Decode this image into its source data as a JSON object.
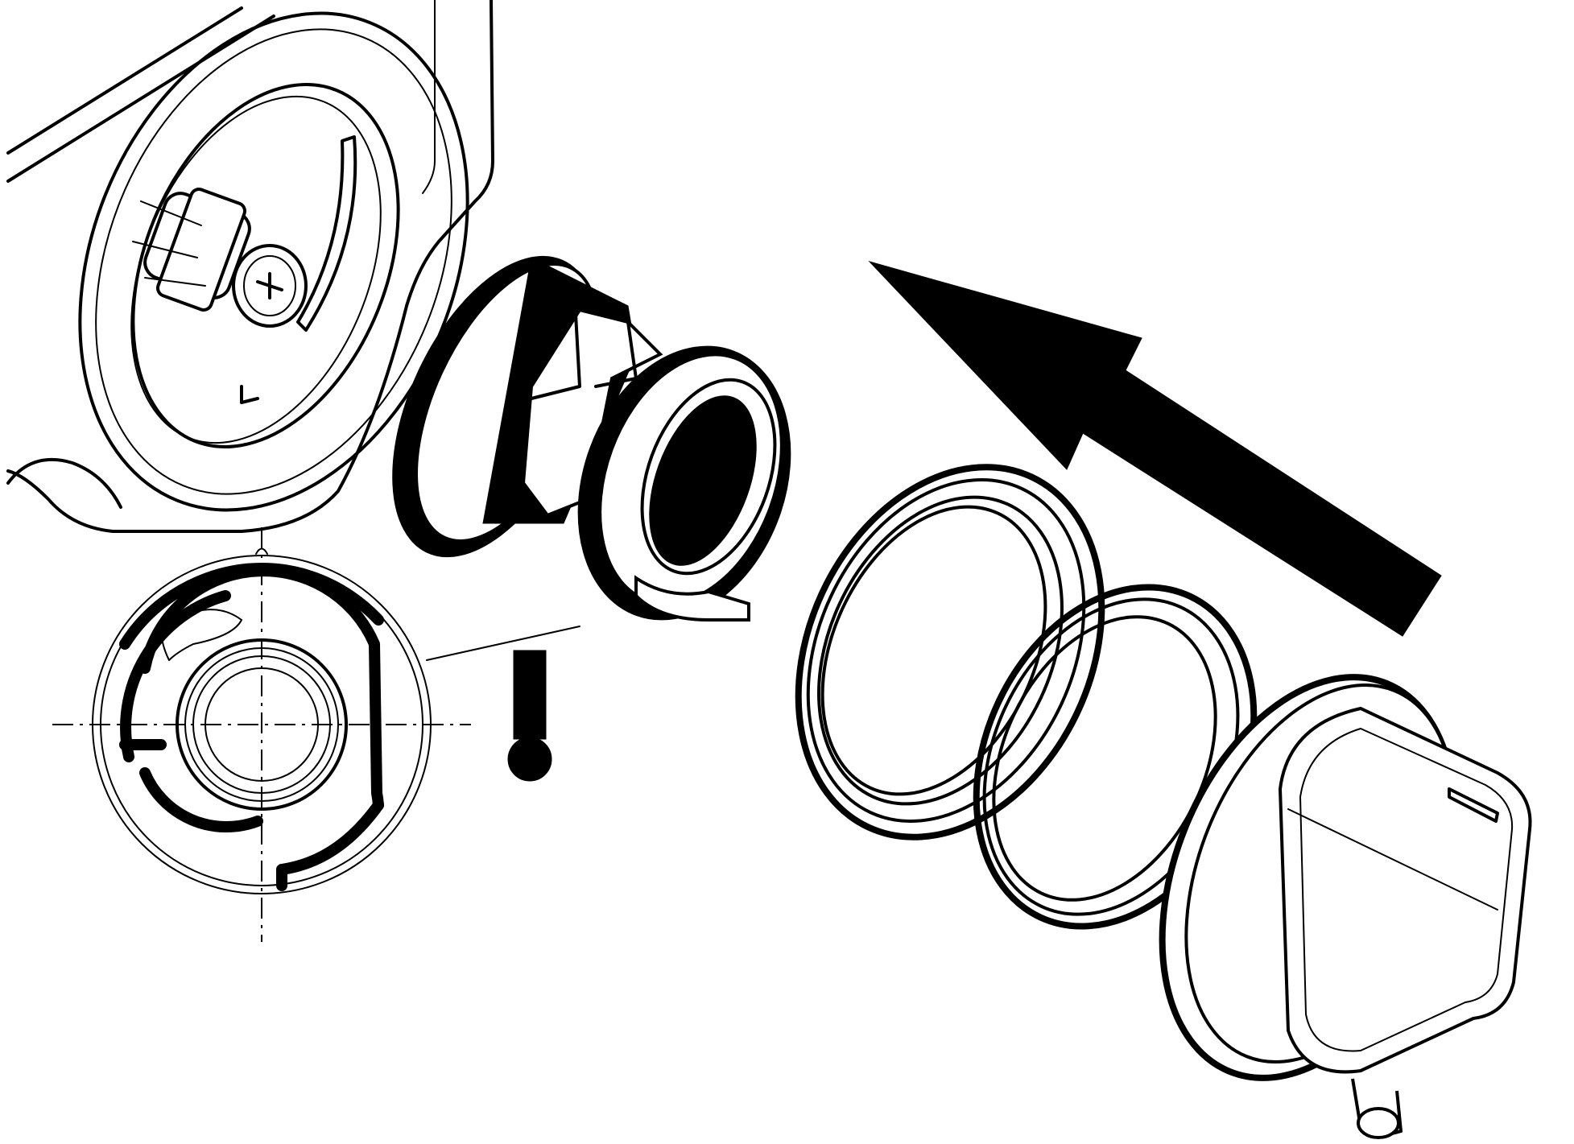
{
  "diagram": {
    "warning_mark": "!",
    "parts": [
      {
        "name": "machine-drain-housing"
      },
      {
        "name": "filter-insert"
      },
      {
        "name": "seal-ring-outer"
      },
      {
        "name": "seal-ring-inner"
      },
      {
        "name": "filter-cap"
      }
    ],
    "colors": {
      "line": "#000000",
      "background": "#ffffff"
    },
    "icons": [
      "insert-direction-arrow-icon",
      "warning-exclamation-icon"
    ]
  }
}
